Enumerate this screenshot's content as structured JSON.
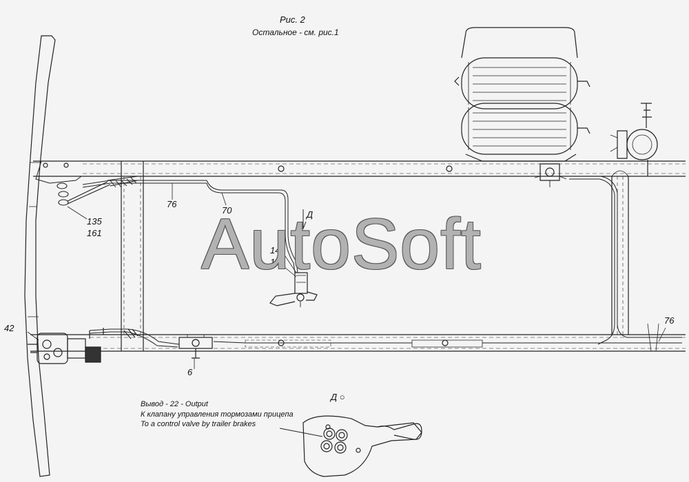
{
  "figure": {
    "title": "Рис. 2",
    "subtitle": "Остальное - см. рис.1"
  },
  "callouts": {
    "c76_top": "76",
    "c70": "70",
    "view_arrow": "Д",
    "c135": "135",
    "c161": "161",
    "c145": "145",
    "c160": "160",
    "c42": "42",
    "c6": "6",
    "c76_bottom": "76"
  },
  "detail": {
    "view_label": "Д ○",
    "output_line": "Вывод - 22 - Output",
    "ru_line": "К клапану управления тормозами прицепа",
    "en_line": "To a control valve by trailer brakes"
  },
  "watermark": "AutoSoft"
}
